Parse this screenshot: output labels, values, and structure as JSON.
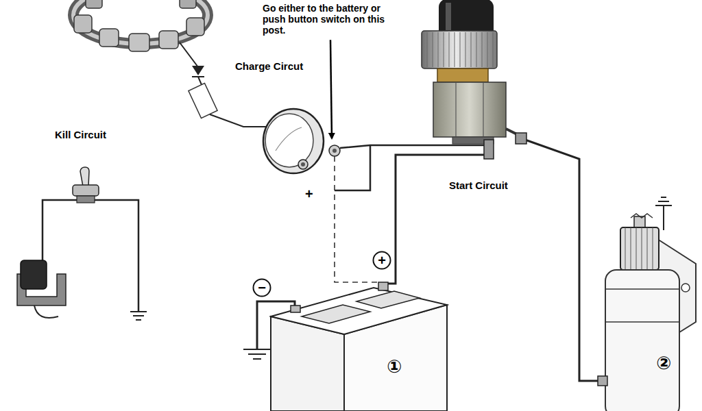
{
  "diagram": {
    "nodes": [
      {
        "text": [
          "+"
        ]
      },
      {
        "text": [
          "−"
        ]
      },
      {
        "text": [
          "①"
        ]
      },
      {
        "text": [
          "②"
        ]
      }
    ],
    "labels": [
      "Go either to the battery or push button switch on this post.",
      "Charge Circut",
      "Kill Circuit",
      "+",
      "Start Circuit"
    ]
  }
}
